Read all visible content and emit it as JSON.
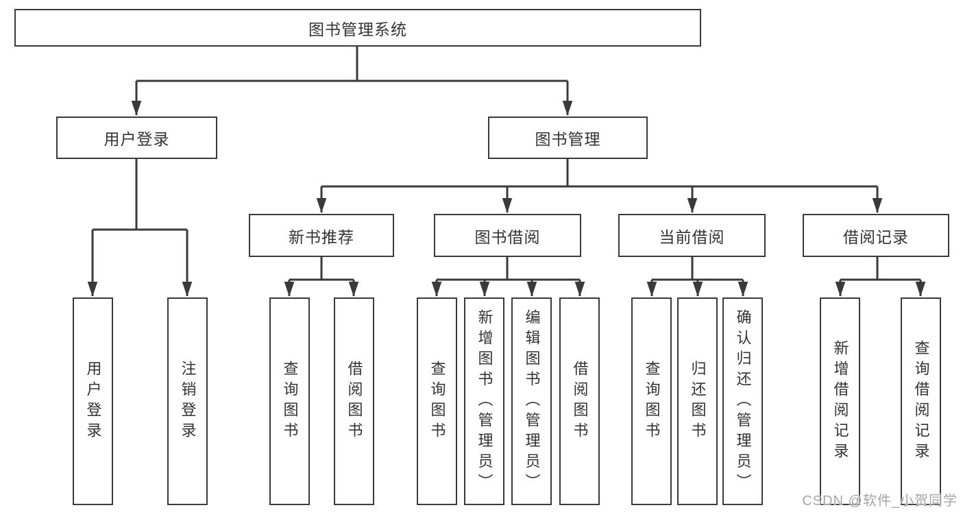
{
  "diagram": {
    "tree": {
      "label": "图书管理系统",
      "children": [
        {
          "label": "用户登录",
          "children": [
            {
              "label": "用户登录"
            },
            {
              "label": "注销登录"
            }
          ]
        },
        {
          "label": "图书管理",
          "children": [
            {
              "label": "新书推荐",
              "children": [
                {
                  "label": "查询图书"
                },
                {
                  "label": "借阅图书"
                }
              ]
            },
            {
              "label": "图书借阅",
              "children": [
                {
                  "label": "查询图书"
                },
                {
                  "label": "新增图书（管理员）"
                },
                {
                  "label": "编辑图书（管理员）"
                },
                {
                  "label": "借阅图书"
                }
              ]
            },
            {
              "label": "当前借阅",
              "children": [
                {
                  "label": "查询图书"
                },
                {
                  "label": "归还图书"
                },
                {
                  "label": "确认归还（管理员）"
                }
              ]
            },
            {
              "label": "借阅记录",
              "children": [
                {
                  "label": "新增借阅记录"
                },
                {
                  "label": "查询借阅记录"
                }
              ]
            }
          ]
        }
      ]
    }
  },
  "watermark": {
    "text": "CSDN @软件_小贺同学"
  },
  "colors": {
    "line": "#3a3a3a",
    "box_border": "#3a3a3a",
    "box_fill": "#ffffff",
    "text": "#333333",
    "watermark": "#a6a6a6",
    "background": "#ffffff"
  }
}
